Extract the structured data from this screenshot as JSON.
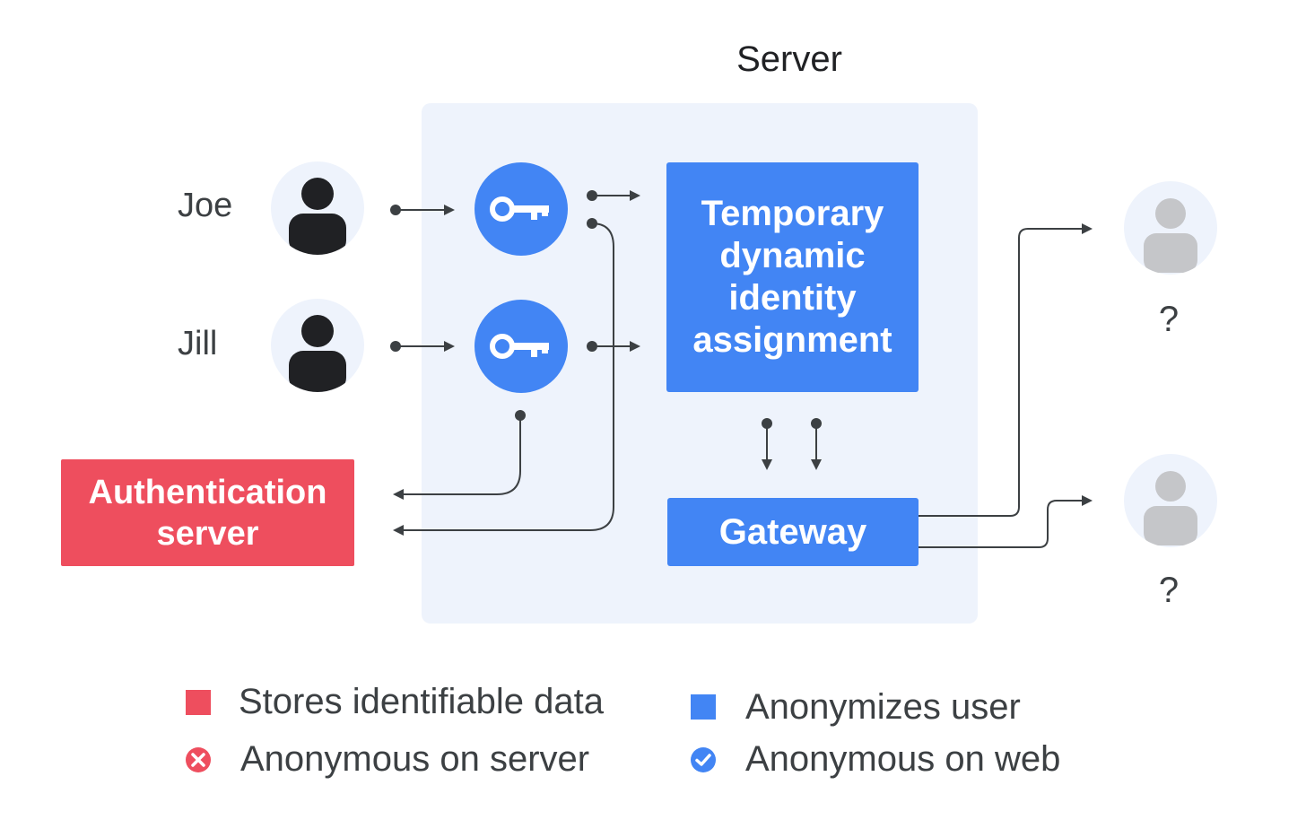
{
  "server": {
    "title": "Server"
  },
  "users": [
    {
      "name": "Joe",
      "icon": "person-icon"
    },
    {
      "name": "Jill",
      "icon": "person-icon"
    }
  ],
  "keys": {
    "icon": "key-icon",
    "color": "#4285f4"
  },
  "boxes": {
    "identity_assignment": "Temporary dynamic identity assignment",
    "gateway": "Gateway",
    "auth_server": "Authentication server"
  },
  "anonymous_users": [
    {
      "label": "?",
      "icon": "anonymous-person-icon"
    },
    {
      "label": "?",
      "icon": "anonymous-person-icon"
    }
  ],
  "legend": {
    "stores_identifiable": "Stores identifiable data",
    "anonymizes_user": "Anonymizes user",
    "anonymous_server": "Anonymous on server",
    "anonymous_web": "Anonymous on web"
  },
  "colors": {
    "blue": "#4285f4",
    "red": "#ee4e5e",
    "panel": "#eef3fc",
    "wire": "#3c4043"
  }
}
